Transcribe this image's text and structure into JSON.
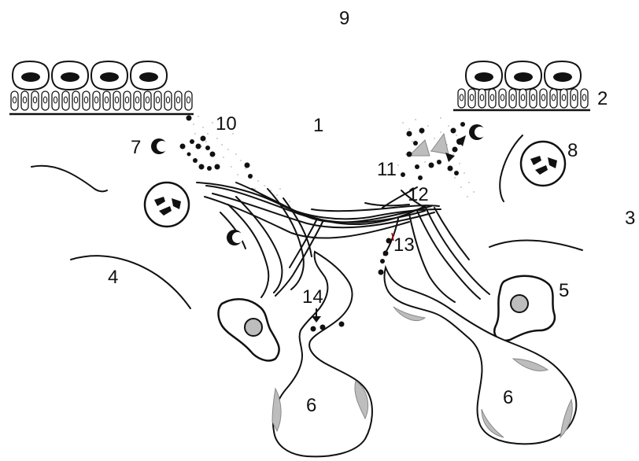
{
  "labels": {
    "l1": "1",
    "l2": "2",
    "l3": "3",
    "l4": "4",
    "l5": "5",
    "l6a": "6",
    "l6b": "6",
    "l7": "7",
    "l8": "8",
    "l9": "9",
    "l10": "10",
    "l11": "11",
    "l12": "12",
    "l13": "13",
    "l14": "14"
  },
  "colors": {
    "stroke": "#111111",
    "fill_grey": "#bdbdbd",
    "dust": "#c8c8c8",
    "nucleus": "#111111"
  }
}
